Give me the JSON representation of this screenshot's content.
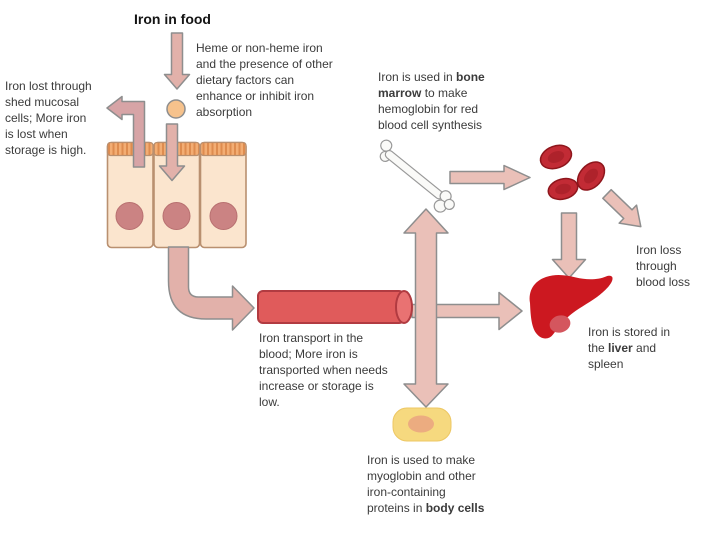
{
  "title": "Iron in food",
  "text_blocks": {
    "absorption_note": [
      [
        {
          "t": "Heme or non-heme iron",
          "b": 0
        }
      ],
      [
        {
          "t": "and the presence of other",
          "b": 0
        }
      ],
      [
        {
          "t": "dietary factors can",
          "b": 0
        }
      ],
      [
        {
          "t": "enhance or inhibit iron",
          "b": 0
        }
      ],
      [
        {
          "t": "absorption",
          "b": 0
        }
      ]
    ],
    "mucosal_loss": [
      [
        {
          "t": "Iron lost through",
          "b": 0
        }
      ],
      [
        {
          "t": "shed mucosal",
          "b": 0
        }
      ],
      [
        {
          "t": "cells; More iron",
          "b": 0
        }
      ],
      [
        {
          "t": "is lost when",
          "b": 0
        }
      ],
      [
        {
          "t": "storage is high.",
          "b": 0
        }
      ]
    ],
    "bone_marrow": [
      [
        {
          "t": "Iron is used in ",
          "b": 0
        },
        {
          "t": "bone",
          "b": 1
        }
      ],
      [
        {
          "t": "marrow",
          "b": 1
        },
        {
          "t": " to make",
          "b": 0
        }
      ],
      [
        {
          "t": "hemoglobin for red",
          "b": 0
        }
      ],
      [
        {
          "t": "blood cell synthesis",
          "b": 0
        }
      ]
    ],
    "blood_transport": [
      [
        {
          "t": "Iron transport in the",
          "b": 0
        }
      ],
      [
        {
          "t": "blood; More iron is",
          "b": 0
        }
      ],
      [
        {
          "t": "transported when needs",
          "b": 0
        }
      ],
      [
        {
          "t": "increase or storage is",
          "b": 0
        }
      ],
      [
        {
          "t": "low.",
          "b": 0
        }
      ]
    ],
    "blood_loss": [
      [
        {
          "t": "Iron loss",
          "b": 0
        }
      ],
      [
        {
          "t": "through",
          "b": 0
        }
      ],
      [
        {
          "t": "blood loss",
          "b": 0
        }
      ]
    ],
    "liver_storage": [
      [
        {
          "t": "Iron is stored in",
          "b": 0
        }
      ],
      [
        {
          "t": "the ",
          "b": 0
        },
        {
          "t": "liver",
          "b": 1
        },
        {
          "t": " and",
          "b": 0
        }
      ],
      [
        {
          "t": "spleen",
          "b": 0
        }
      ]
    ],
    "body_cells": [
      [
        {
          "t": "Iron is used to make",
          "b": 0
        }
      ],
      [
        {
          "t": "myoglobin and other",
          "b": 0
        }
      ],
      [
        {
          "t": "iron-containing",
          "b": 0
        }
      ],
      [
        {
          "t": "proteins in ",
          "b": 0
        },
        {
          "t": "body cells",
          "b": 1
        }
      ]
    ]
  },
  "illustrations": [
    "mucosal-cells-icon",
    "iron-particle-icon",
    "blood-vessel-icon",
    "bone-icon",
    "red-blood-cells-icon",
    "liver-icon",
    "body-cell-icon"
  ],
  "colors": {
    "arrow_light": "#EAC0B8",
    "arrow_med": "#E2B1AA",
    "arrow_mauve": "#D7A4A6",
    "arrow_stroke": "#8E8E8E",
    "cell_body": "#FBE5CE",
    "cell_border": "#B99070",
    "brush_bg": "#F3AD73",
    "brush_stripe": "#DE8C4F",
    "nucleus": "#CB8383",
    "vessel_body": "#E05B5B",
    "vessel_cap": "#E97272",
    "vessel_stroke": "#B13B41",
    "liver": "#CC1820",
    "gallbladder": "#D4565E",
    "rbc_fill": "#C22B35",
    "rbc_inner": "#9E1B22",
    "rbc_stroke": "#8E161C",
    "bone_fill": "#FAFAF8",
    "bone_stroke": "#999999",
    "iron_particle": "#F6C28C",
    "body_cell": "#F6D97F",
    "body_cell_nucleus": "#ECAC80",
    "text": "#3B3B3B"
  }
}
